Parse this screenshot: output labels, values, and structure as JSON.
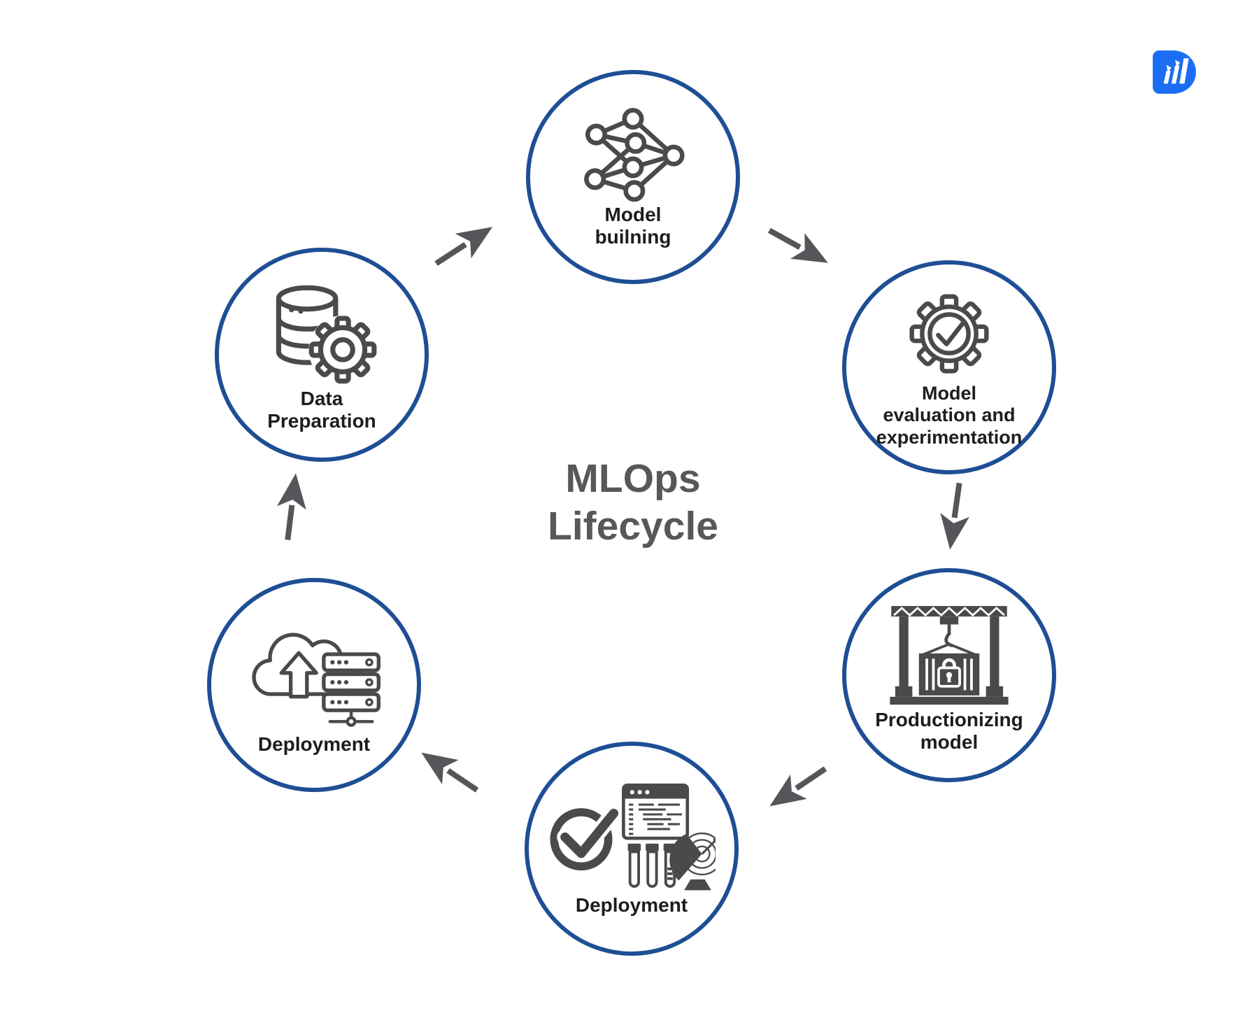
{
  "diagram": {
    "title_lines": [
      "MLOps",
      "Lifecycle"
    ],
    "nodes": {
      "model_building": {
        "lines": [
          "Model",
          "builning"
        ]
      },
      "model_evaluation": {
        "lines": [
          "Model",
          "evaluation and",
          "experimentation"
        ]
      },
      "productionizing_model": {
        "lines": [
          "Productionizing",
          "model"
        ]
      },
      "deployment_testing": {
        "lines": [
          "Deployment"
        ]
      },
      "deployment_cloud": {
        "lines": [
          "Deployment"
        ]
      },
      "data_preparation": {
        "lines": [
          "Data",
          "Preparation"
        ]
      }
    },
    "icons": {
      "model_building": "neural-network-icon",
      "model_evaluation": "gear-checkmark-icon",
      "productionizing_model": "container-crane-icon",
      "deployment_testing": "check-tests-radar-icon",
      "deployment_cloud": "cloud-upload-servers-icon",
      "data_preparation": "database-gear-icon",
      "brand": "brand-logo-icon"
    },
    "colors": {
      "circle_border": "#1e4e94",
      "icon_gray": "#4a4a4a",
      "arrow_gray": "#555659",
      "title_gray": "#58585a",
      "label_dark": "#1d1d1d",
      "logo_blue": "#1b6ef3",
      "background": "#ffffff"
    }
  }
}
